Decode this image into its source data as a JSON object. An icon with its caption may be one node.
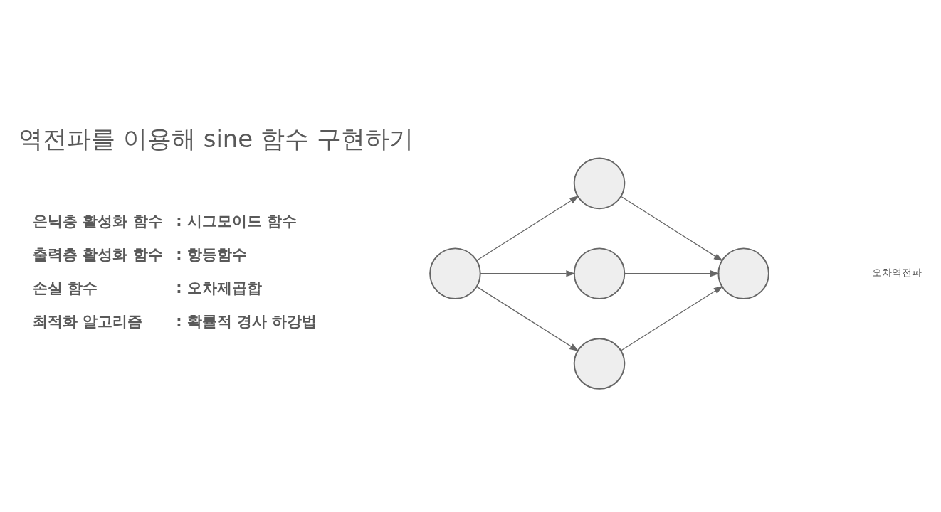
{
  "diagram": {
    "title": "역전파를 이용해 sine 함수 구현하기",
    "nodes": [
      {
        "text": [],
        "shape": "circle"
      },
      {
        "text": [],
        "shape": "circle"
      },
      {
        "text": [],
        "shape": "circle"
      },
      {
        "text": [],
        "shape": "circle"
      },
      {
        "text": [],
        "shape": "circle"
      }
    ],
    "edges": [
      {
        "from": 0,
        "to": 1,
        "arrow": "to"
      },
      {
        "from": 0,
        "to": 2,
        "arrow": "to"
      },
      {
        "from": 0,
        "to": 3,
        "arrow": "to"
      },
      {
        "from": 1,
        "to": 4,
        "arrow": "to"
      },
      {
        "from": 2,
        "to": 4,
        "arrow": "to"
      },
      {
        "from": 3,
        "to": 4,
        "arrow": "to"
      }
    ],
    "labels": [
      "오차역전파",
      "은닉층 활성화 함수",
      ": 시그모이드 함수",
      "출력층 활성화 함수",
      ": 항등함수",
      "손실 함수",
      ": 오차제곱합",
      "최적화 알고리즘",
      ": 확률적 경사 하강법"
    ]
  }
}
